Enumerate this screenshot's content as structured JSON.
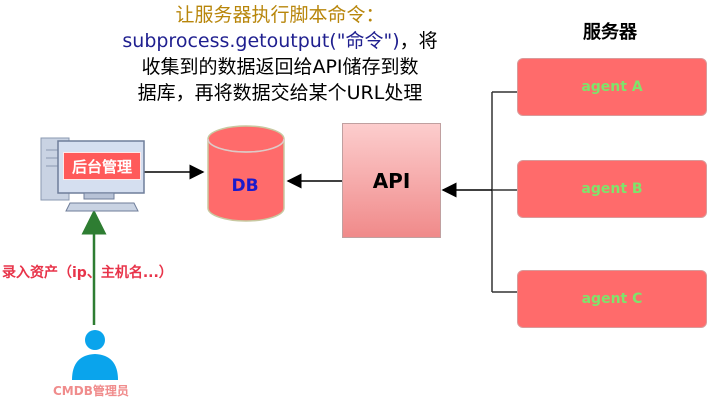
{
  "caption": {
    "line1": "让服务器执行脚本命令：",
    "line2_cmd": "subprocess.getoutput(\"命令\")",
    "line2_rest": "，将",
    "line3": "收集到的数据返回给API储存到数",
    "line4": "据库，再将数据交给某个URL处理"
  },
  "servers": {
    "title": "服务器",
    "agents": [
      "agent A",
      "agent B",
      "agent C"
    ]
  },
  "api": {
    "label": "API"
  },
  "db": {
    "label": "DB"
  },
  "backend": {
    "label": "后台管理"
  },
  "input": {
    "label": "录入资产（ip、主机名...）"
  },
  "admin": {
    "label": "CMDB管理员"
  },
  "icons": [
    "computer-icon",
    "database-icon",
    "user-icon"
  ],
  "colors": {
    "agent_fill": "#ff6b6b",
    "agent_text": "#7fe36b",
    "db_fill": "#ff6b6b",
    "api_fill": "#f5a9a9",
    "admin_blue": "#0aa4ec",
    "input_arrow": "#2e7d32"
  }
}
